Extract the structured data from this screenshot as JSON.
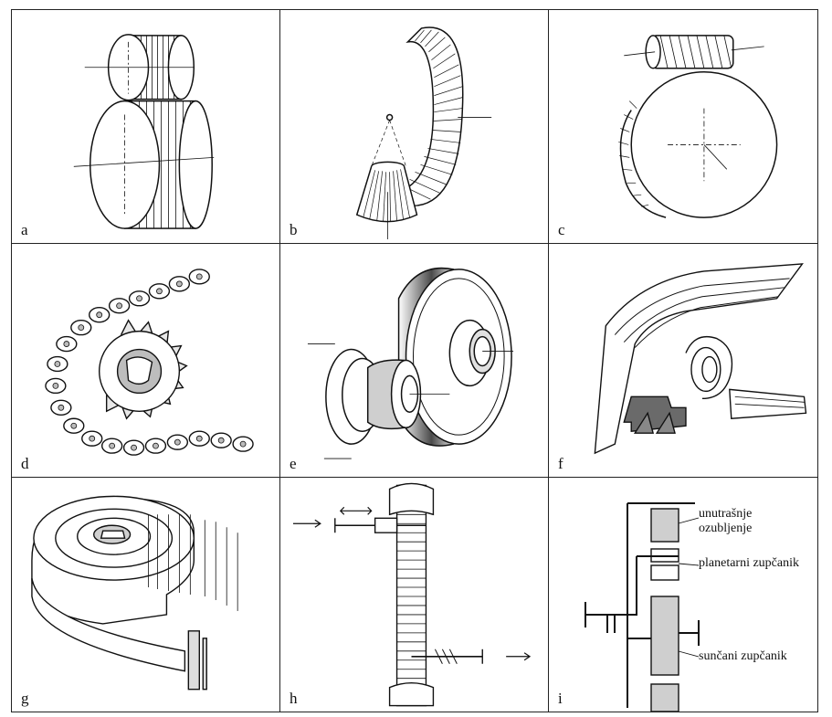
{
  "panels": [
    {
      "label": "a"
    },
    {
      "label": "b"
    },
    {
      "label": "c"
    },
    {
      "label": "d"
    },
    {
      "label": "e"
    },
    {
      "label": "f"
    },
    {
      "label": "g"
    },
    {
      "label": "h"
    },
    {
      "label": "i"
    }
  ],
  "annotations": {
    "internal_gear_line1": "unutrašnje",
    "internal_gear_line2": "ozubljenje",
    "planet_gear": "planetarni zupčanik",
    "sun_gear": "sunčani zupčanik"
  },
  "icons": [
    "spur-gear-pair-icon",
    "bevel-gear-icon",
    "worm-gear-icon",
    "chain-drive-icon",
    "friction-wheel-icon",
    "v-belt-icon",
    "toothed-belt-icon",
    "variable-pulley-icon",
    "planetary-gear-icon"
  ]
}
